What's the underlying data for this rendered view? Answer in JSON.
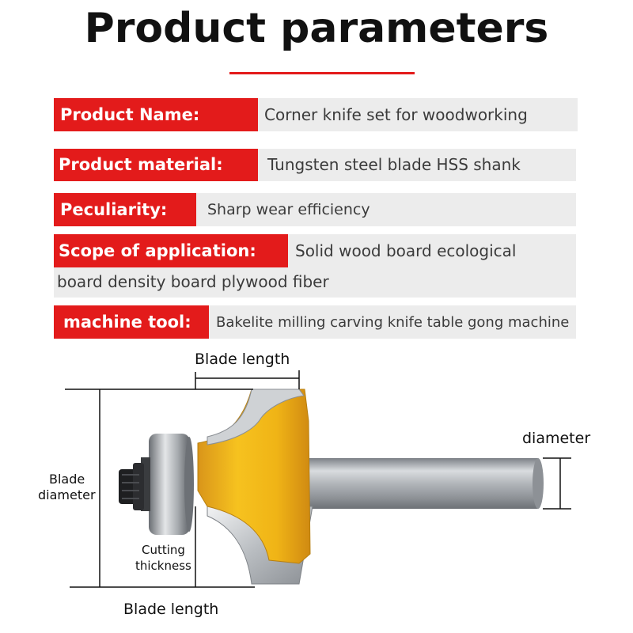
{
  "header": {
    "title": "Product parameters"
  },
  "params": {
    "name": {
      "label": "Product Name:",
      "value": "Corner knife set for woodworking"
    },
    "material": {
      "label": "Product material:",
      "value": "Tungsten steel blade HSS shank"
    },
    "peculiarity": {
      "label": "Peculiarity:",
      "value": "Sharp wear efficiency"
    },
    "scope": {
      "label": "Scope of application:",
      "value": "Solid wood board ecological",
      "value2": "board density board plywood fiber"
    },
    "machine": {
      "label": "machine tool:",
      "value": "Bakelite milling carving knife table gong machine"
    }
  },
  "diagram": {
    "blade_length_top": "Blade length",
    "diameter": "diameter",
    "blade_diameter_line1": "Blade",
    "blade_diameter_line2": "diameter",
    "cutting_line1": "Cutting",
    "cutting_line2": "thickness",
    "blade_length_bottom": "Blade length"
  },
  "colors": {
    "accent_red": "#e31b1b",
    "row_gray": "#ececec",
    "bit_yellow": "#f2b818",
    "shank_gray": "#a9adb2"
  }
}
